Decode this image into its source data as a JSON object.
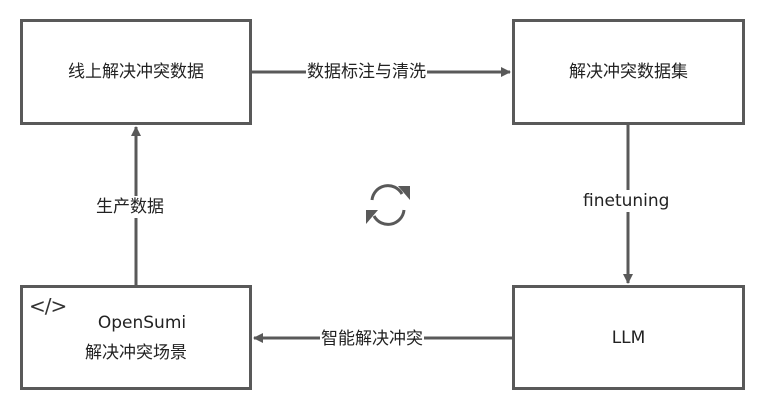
{
  "nodes": {
    "online_data": {
      "label": "线上解决冲突数据"
    },
    "dataset": {
      "label": "解决冲突数据集"
    },
    "opensumi": {
      "line1": "OpenSumi",
      "line2": "解决冲突场景",
      "icon": "code-icon",
      "icon_glyph": "</>"
    },
    "llm": {
      "label": "LLM"
    }
  },
  "edges": {
    "annotate": {
      "label": "数据标注与清洗",
      "from": "线上解决冲突数据",
      "to": "解决冲突数据集"
    },
    "finetune": {
      "label": "finetuning",
      "from": "解决冲突数据集",
      "to": "LLM"
    },
    "smart_resolve": {
      "label": "智能解决冲突",
      "from": "LLM",
      "to": "OpenSumi 解决冲突场景"
    },
    "produce": {
      "label": "生产数据",
      "from": "OpenSumi 解决冲突场景",
      "to": "线上解决冲突数据"
    }
  },
  "center_icon": "sync-cycle-icon",
  "colors": {
    "stroke": "#595959",
    "text": "#222222",
    "background": "#ffffff"
  }
}
